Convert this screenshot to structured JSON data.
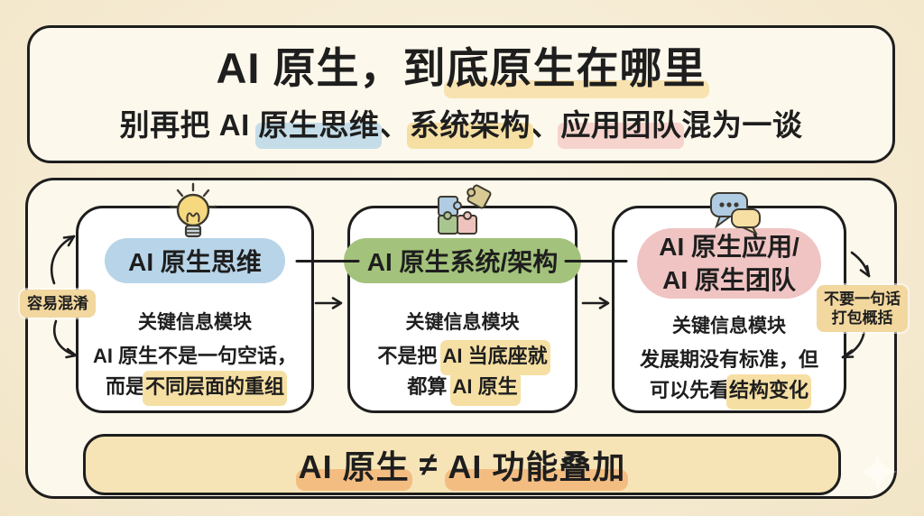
{
  "colors": {
    "page_bg_inner": "#FAF3E1",
    "page_bg_outer": "#F2E5C7",
    "panel_bg": "#FCF8EB",
    "card_bg": "#FFFFFF",
    "ink": "#1E1E1E",
    "icon_stroke": "#3E3A31",
    "pill_blue": "#B7D4E8",
    "pill_green": "#A3C27B",
    "pill_pink": "#EFC4C2",
    "hl_yellow": "#F6DFA3",
    "hl_blue": "#C5DDE9",
    "hl_pink": "#F6D3CC",
    "hl_title": "#F8E2B0",
    "footer_bg": "#F7E4B6",
    "footer_hl": "#F3BD82",
    "label_bg": "#F2D79E",
    "icon_bulb": "#F6D97E",
    "icon_bulb_base": "#C9D7DD",
    "icon_blue": "#AFCCE3",
    "icon_green": "#A9C690",
    "icon_pink": "#EFC3BD",
    "icon_tan": "#D8CA92",
    "icon_yellow": "#F7DFA3"
  },
  "header": {
    "title_pre": "AI 原生，到",
    "title_hl": "底原生在哪里",
    "subtitle_pre": "别再把 AI ",
    "subtitle_hl1": "原生思维",
    "subtitle_sep1": "、",
    "subtitle_hl2": "系统架构",
    "subtitle_sep2": "、",
    "subtitle_hl3": "应用团队",
    "subtitle_post": "混为一谈"
  },
  "cards": [
    {
      "icon": "lightbulb-icon",
      "pill": "AI 原生思维",
      "section_label": "关键信息模块",
      "line1_pre": "AI 原生不是一句空话，",
      "line2_pre": "而是",
      "line2_hl": "不同层面的重组"
    },
    {
      "icon": "puzzle-icon",
      "pill": "AI 原生系统/架构",
      "section_label": "关键信息模块",
      "line1_pre": "不是把 ",
      "line1_hl": "AI 当底座就",
      "line2_pre": "都算 ",
      "line2_hl": "AI 原生"
    },
    {
      "icon": "chat-bubbles-icon",
      "pill_line1": "AI 原生应用/",
      "pill_line2": "AI 原生团队",
      "section_label": "关键信息模块",
      "line1_pre": "发展期没有标准，但",
      "line2_pre": "可以先看",
      "line2_hl": "结构变化"
    }
  ],
  "annotations": {
    "left_label": "容易混淆",
    "right_label_line1": "不要一句话",
    "right_label_line2": "打包概括"
  },
  "footer": {
    "seg1": "AI 原生",
    "mid": " ≠ ",
    "seg2": "AI 功能叠加"
  }
}
